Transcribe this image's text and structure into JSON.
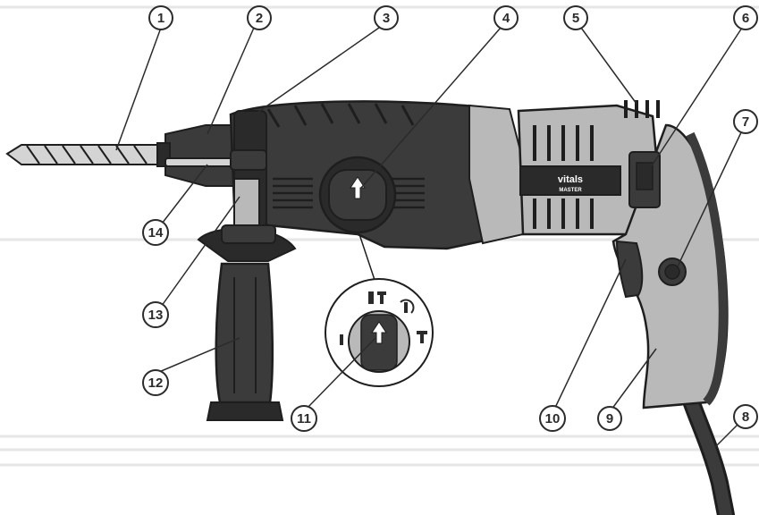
{
  "colors": {
    "body_dark": "#3b3b3b",
    "body_darker": "#2a2a2a",
    "body_grey": "#b9b9b9",
    "body_light": "#d4d4d4",
    "outline": "#1e1e1e",
    "callout": "#2b2b2b",
    "bg_line": "#e6e6e6"
  },
  "brand": {
    "logo": "vitals",
    "sub": "MASTER"
  },
  "callouts": [
    {
      "id": "1",
      "label": "1"
    },
    {
      "id": "2",
      "label": "2"
    },
    {
      "id": "3",
      "label": "3"
    },
    {
      "id": "4",
      "label": "4"
    },
    {
      "id": "5",
      "label": "5"
    },
    {
      "id": "6",
      "label": "6"
    },
    {
      "id": "7",
      "label": "7"
    },
    {
      "id": "8",
      "label": "8"
    },
    {
      "id": "9",
      "label": "9"
    },
    {
      "id": "10",
      "label": "10"
    },
    {
      "id": "11",
      "label": "11"
    },
    {
      "id": "12",
      "label": "12"
    },
    {
      "id": "13",
      "label": "13"
    },
    {
      "id": "14",
      "label": "14"
    }
  ]
}
